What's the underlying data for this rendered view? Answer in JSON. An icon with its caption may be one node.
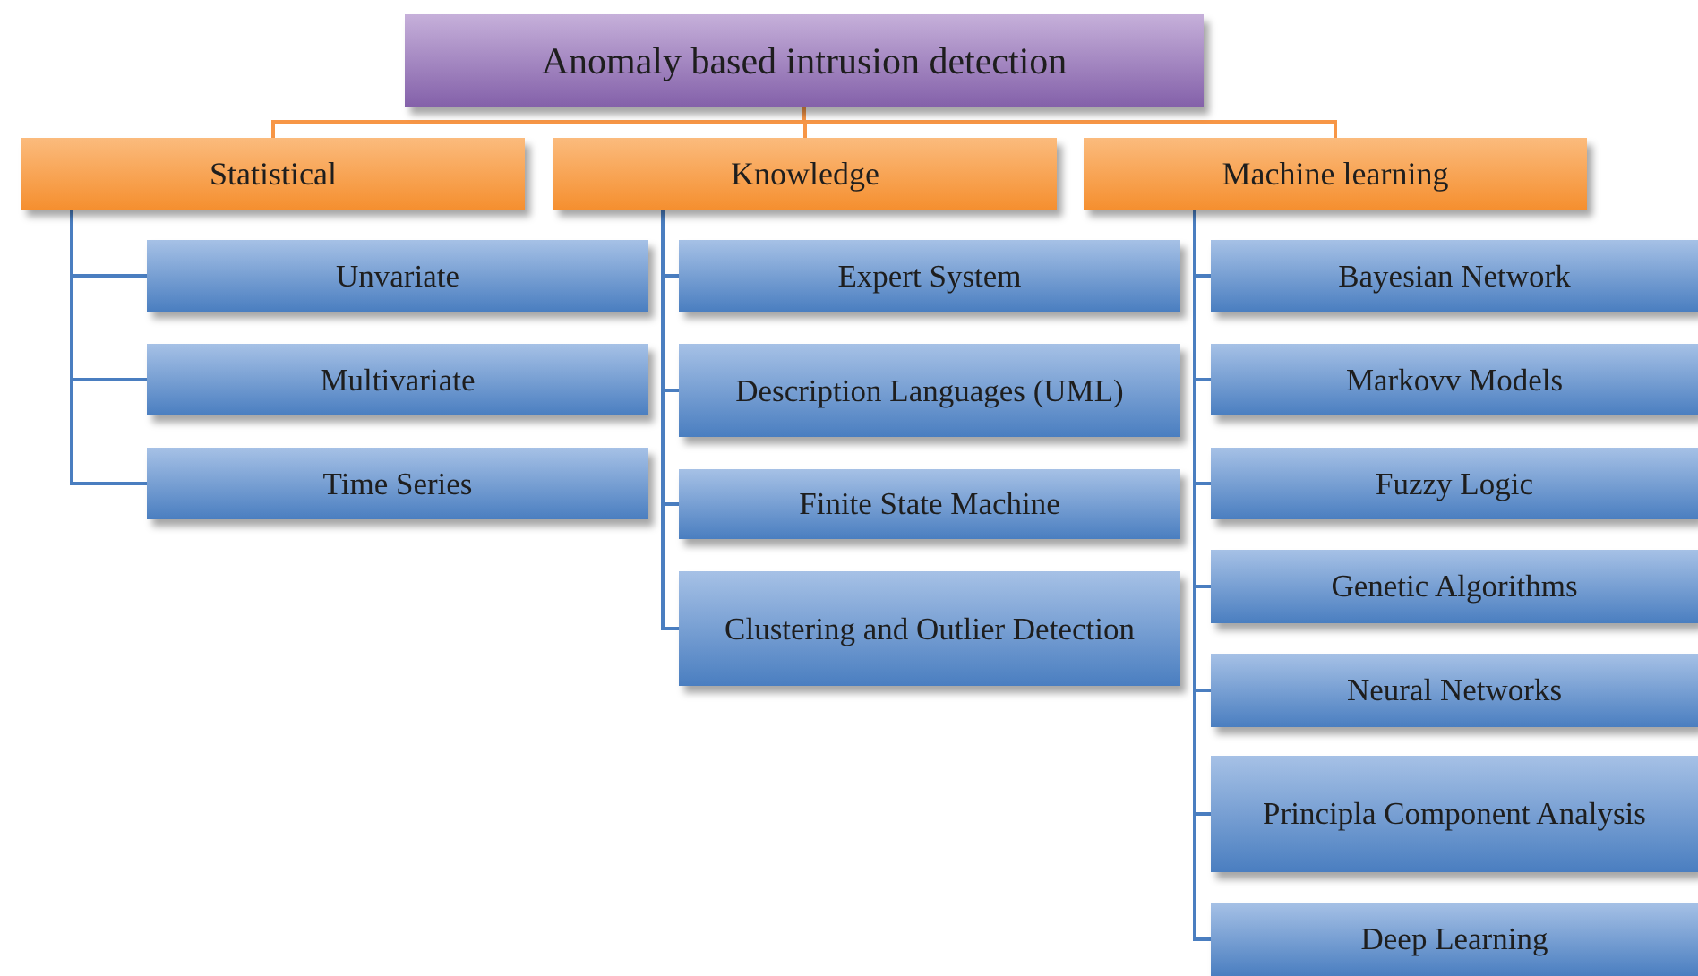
{
  "diagram": {
    "nodes": [
      {
        "text": [
          "Anomaly based intrusion detection"
        ]
      },
      {
        "text": [
          "Statistical"
        ]
      },
      {
        "text": [
          "Knowledge"
        ]
      },
      {
        "text": [
          "Machine learning"
        ]
      },
      {
        "text": [
          "Unvariate"
        ]
      },
      {
        "text": [
          "Multivariate"
        ]
      },
      {
        "text": [
          "Time Series"
        ]
      },
      {
        "text": [
          "Expert System"
        ]
      },
      {
        "text": [
          "Description Languages (UML)"
        ]
      },
      {
        "text": [
          "Finite State Machine"
        ]
      },
      {
        "text": [
          "Clustering and Outlier Detection"
        ]
      },
      {
        "text": [
          "Bayesian Network"
        ]
      },
      {
        "text": [
          "Markovv Models"
        ]
      },
      {
        "text": [
          "Fuzzy Logic"
        ]
      },
      {
        "text": [
          "Genetic Algorithms"
        ]
      },
      {
        "text": [
          "Neural Networks"
        ]
      },
      {
        "text": [
          "Principla Component Analysis"
        ]
      },
      {
        "text": [
          "Deep Learning"
        ]
      }
    ],
    "edges": [
      {
        "from": 0,
        "to": 1,
        "arrow": "none",
        "color": "#f79646"
      },
      {
        "from": 0,
        "to": 2,
        "arrow": "none",
        "color": "#f79646"
      },
      {
        "from": 0,
        "to": 3,
        "arrow": "none",
        "color": "#f79646"
      },
      {
        "from": 1,
        "to": 4,
        "arrow": "none"
      },
      {
        "from": 1,
        "to": 5,
        "arrow": "none"
      },
      {
        "from": 1,
        "to": 6,
        "arrow": "none"
      },
      {
        "from": 2,
        "to": 7,
        "arrow": "none"
      },
      {
        "from": 2,
        "to": 8,
        "arrow": "none"
      },
      {
        "from": 2,
        "to": 9,
        "arrow": "none"
      },
      {
        "from": 2,
        "to": 10,
        "arrow": "none"
      },
      {
        "from": 3,
        "to": 11,
        "arrow": "none"
      },
      {
        "from": 3,
        "to": 12,
        "arrow": "none"
      },
      {
        "from": 3,
        "to": 13,
        "arrow": "none"
      },
      {
        "from": 3,
        "to": 14,
        "arrow": "none"
      },
      {
        "from": 3,
        "to": 15,
        "arrow": "none"
      },
      {
        "from": 3,
        "to": 16,
        "arrow": "none"
      },
      {
        "from": 3,
        "to": 17,
        "arrow": "none"
      }
    ]
  }
}
